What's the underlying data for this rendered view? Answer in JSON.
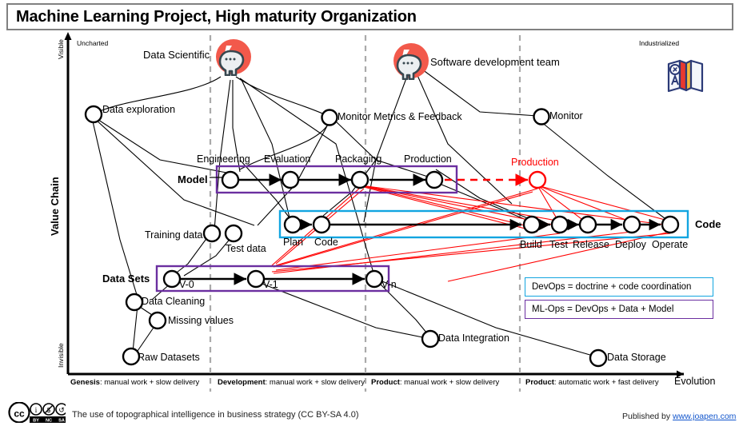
{
  "title": {
    "text": "Machine Learning Project, High maturity Organization"
  },
  "axes": {
    "y_label": "Value Chain",
    "y_top": "Visible",
    "y_bottom": "Invisible",
    "x_label": "Evolution",
    "top_left_zone": "Uncharted",
    "top_right_zone": "Industrialized",
    "stages": [
      {
        "bold": "Genesis",
        "rest": ": manual work + slow delivery"
      },
      {
        "bold": "Development",
        "rest": ": manual work + slow delivery"
      },
      {
        "bold": "Product",
        "rest": ": manual work + slow delivery"
      },
      {
        "bold": "Product",
        "rest": ": automatic work + fast delivery"
      }
    ]
  },
  "actors": [
    {
      "name": "Data Scientific",
      "icon": "person-head-icon"
    },
    {
      "name": "Software development team",
      "icon": "person-head-icon"
    }
  ],
  "rows": {
    "model": {
      "label": "Model",
      "stages": [
        "Engineering",
        "Evaluation",
        "Packaging",
        "Production"
      ]
    },
    "code": {
      "label": "Code",
      "stages": [
        "Plan",
        "Code",
        "Build",
        "Test",
        "Release",
        "Deploy",
        "Operate"
      ]
    },
    "datasets": {
      "label": "Data Sets",
      "stages": [
        "V-0",
        "V-1",
        "V-n"
      ]
    }
  },
  "nodes": [
    {
      "id": "data-exploration",
      "label": "Data exploration"
    },
    {
      "id": "monitor-metrics",
      "label": "Monitor Metrics & Feedback"
    },
    {
      "id": "monitor",
      "label": "Monitor"
    },
    {
      "id": "production-red",
      "label": "Production"
    },
    {
      "id": "training-data",
      "label": "Training data"
    },
    {
      "id": "test-data",
      "label": "Test data"
    },
    {
      "id": "data-cleaning",
      "label": "Data Cleaning"
    },
    {
      "id": "missing-values",
      "label": "Missing values"
    },
    {
      "id": "raw-datasets",
      "label": "Raw Datasets"
    },
    {
      "id": "data-integration",
      "label": "Data Integration"
    },
    {
      "id": "data-storage",
      "label": "Data Storage"
    }
  ],
  "legend": [
    {
      "text": "DevOps = doctrine + code coordination",
      "color": "#12a5e0"
    },
    {
      "text": "ML-Ops = DevOps  + Data + Model",
      "color": "#6b2fa0"
    }
  ],
  "footer": {
    "license_text": "The use of topographical intelligence in business strategy (CC BY-SA 4.0)",
    "cc_marks": [
      "BY",
      "NC",
      "SA"
    ],
    "published_prefix": "Published by ",
    "published_link": "www.joapen.com"
  },
  "colors": {
    "model_box": "#6b2fa0",
    "code_box": "#12a5e0",
    "accent_red": "#ff0000",
    "avatar_red": "#f2594b",
    "grid_dash": "#aaaaaa"
  }
}
